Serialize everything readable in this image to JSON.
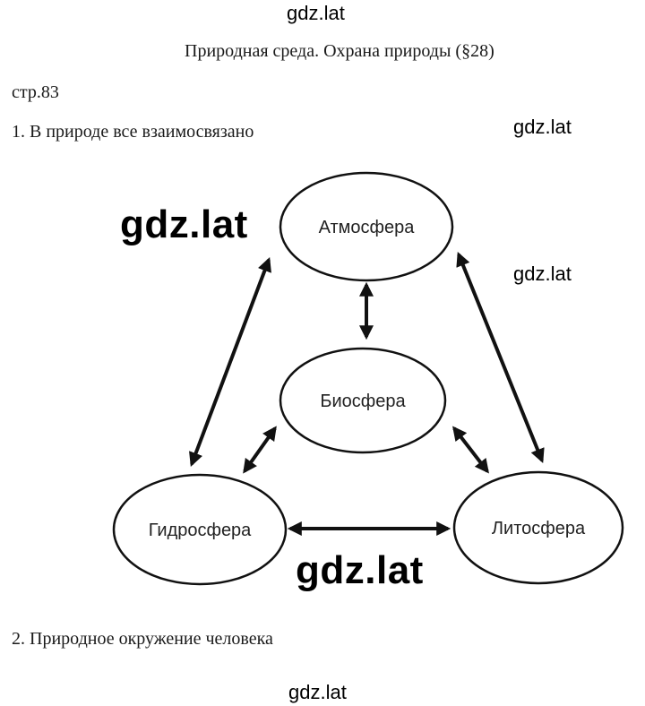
{
  "watermark": {
    "text": "gdz.lat"
  },
  "header": {
    "title": "Природная среда. Охрана природы (§28)"
  },
  "page_ref": "стр.83",
  "tasks": [
    {
      "text": "1. В природе все взаимосвязано"
    },
    {
      "text": "2. Природное окружение человека"
    }
  ],
  "diagram": {
    "nodes": {
      "atmosphere": "Атмосфера",
      "biosphere": "Биосфера",
      "hydrosphere": "Гидросфера",
      "lithosphere": "Литосфера"
    }
  }
}
